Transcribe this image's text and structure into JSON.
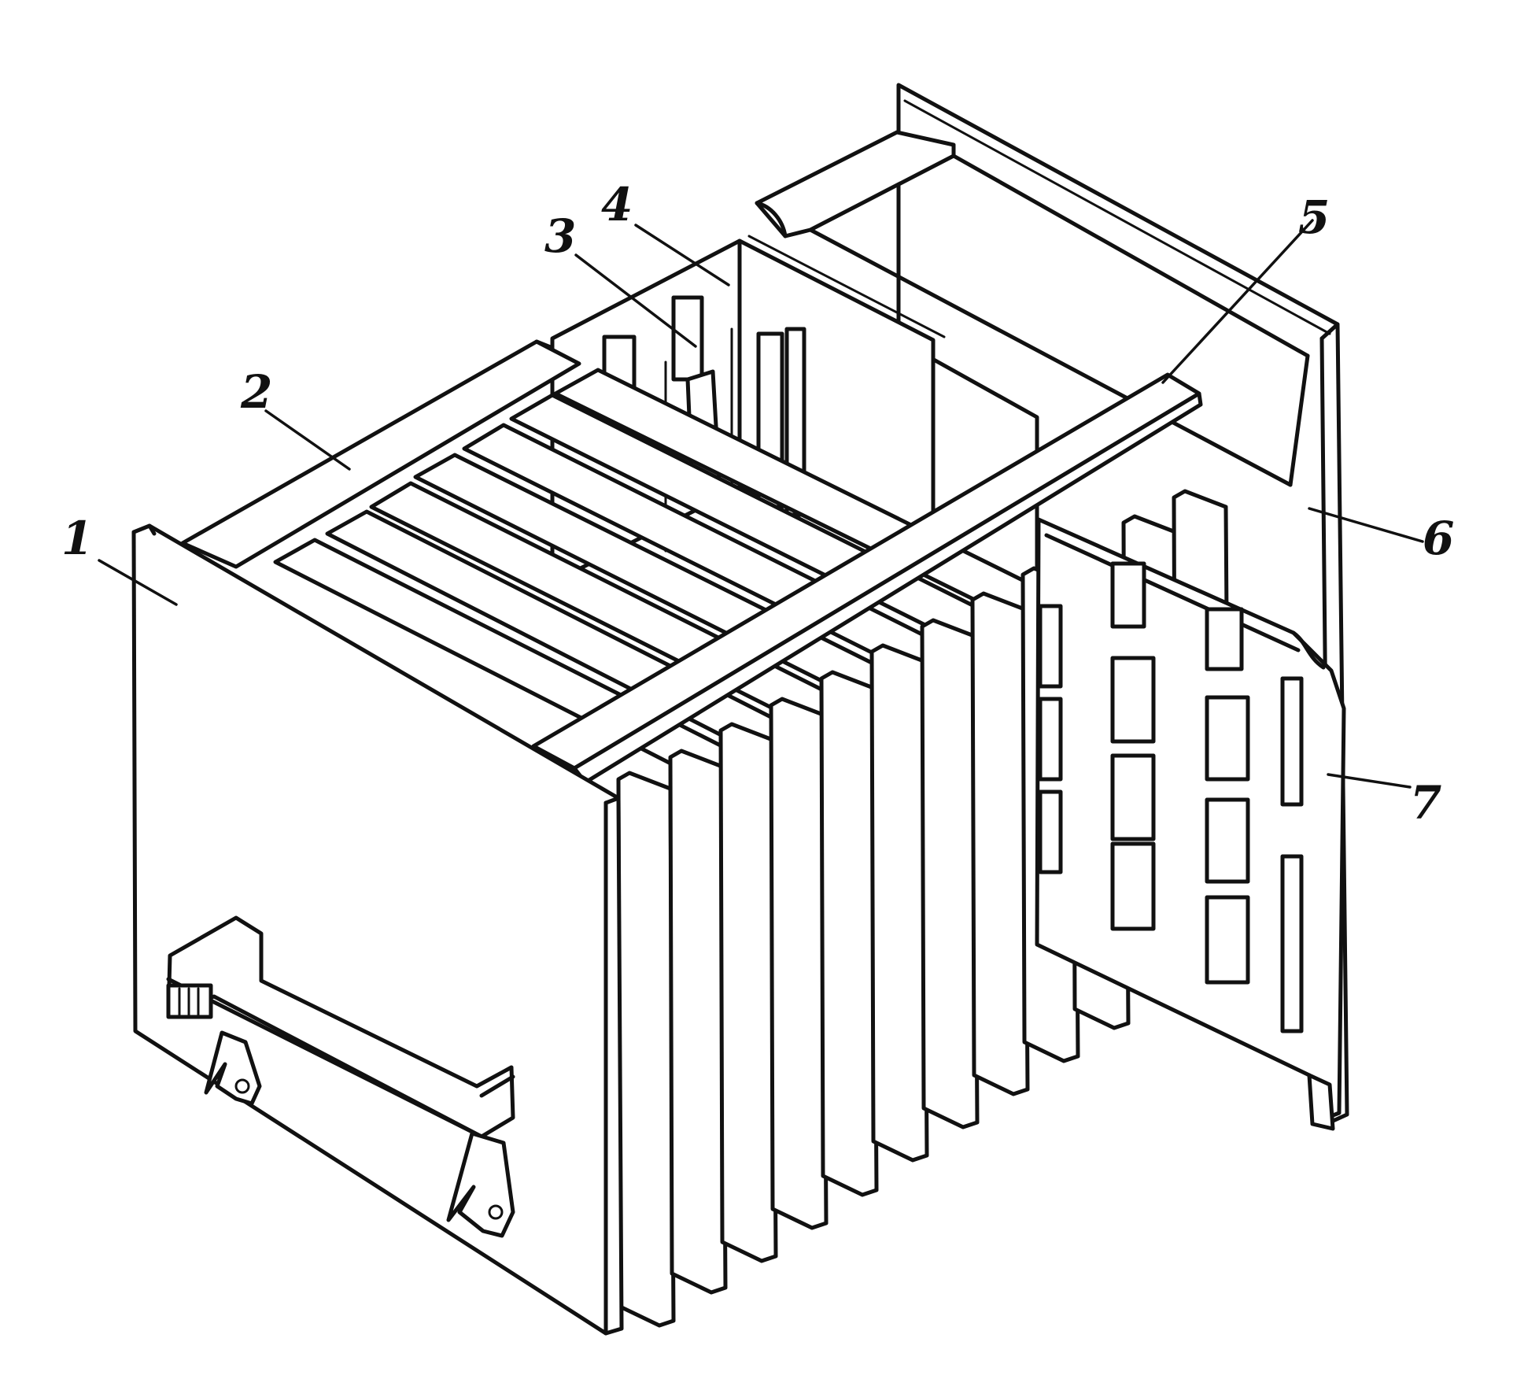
{
  "diagram": {
    "labels": [
      {
        "id": "callout-1",
        "text": "1"
      },
      {
        "id": "callout-2",
        "text": "2"
      },
      {
        "id": "callout-3",
        "text": "3"
      },
      {
        "id": "callout-4",
        "text": "4"
      },
      {
        "id": "callout-5",
        "text": "5"
      },
      {
        "id": "callout-6",
        "text": "6"
      },
      {
        "id": "callout-7",
        "text": "7"
      }
    ]
  },
  "colors": {
    "ink": "#111111",
    "paper": "#ffffff"
  }
}
